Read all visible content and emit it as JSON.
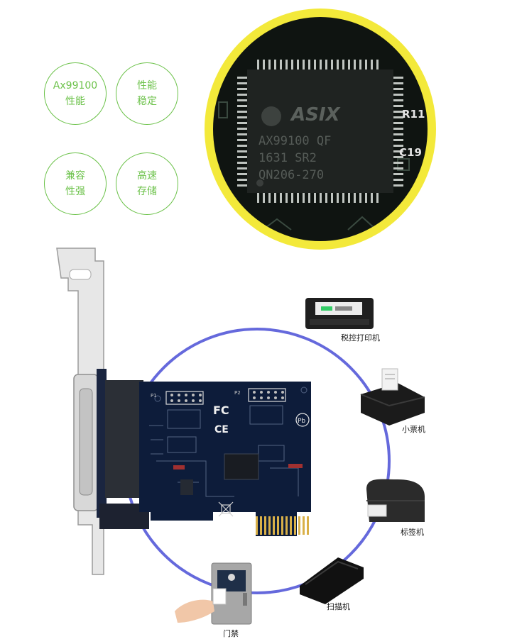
{
  "badges": {
    "b1": {
      "line1": "Ax99100",
      "line2": "性能"
    },
    "b2": {
      "line1": "性能",
      "line2": "稳定"
    },
    "b3": {
      "line1": "兼容",
      "line2": "性强"
    },
    "b4": {
      "line1": "高速",
      "line2": "存储"
    }
  },
  "chip": {
    "brand": "ASIX",
    "line1": "AX99100 QF",
    "line2": "1631   SR2",
    "line3": "QN206-270",
    "side1": "R11",
    "side2": "C19"
  },
  "card": {
    "p1": "P1",
    "p2": "P2",
    "fc": "FC",
    "ce": "CE",
    "pb": "Pb"
  },
  "devices": {
    "tax_printer": "税控打印机",
    "receipt_printer": "小票机",
    "label_printer": "标签机",
    "scanner": "扫描机",
    "access": "门禁"
  },
  "colors": {
    "badge_green": "#6cc24a",
    "lens_yellow": "#f3e93a",
    "ring_blue": "#4a4fd6",
    "pcb_blue": "#0d1c3a",
    "gold": "#d9b048"
  }
}
